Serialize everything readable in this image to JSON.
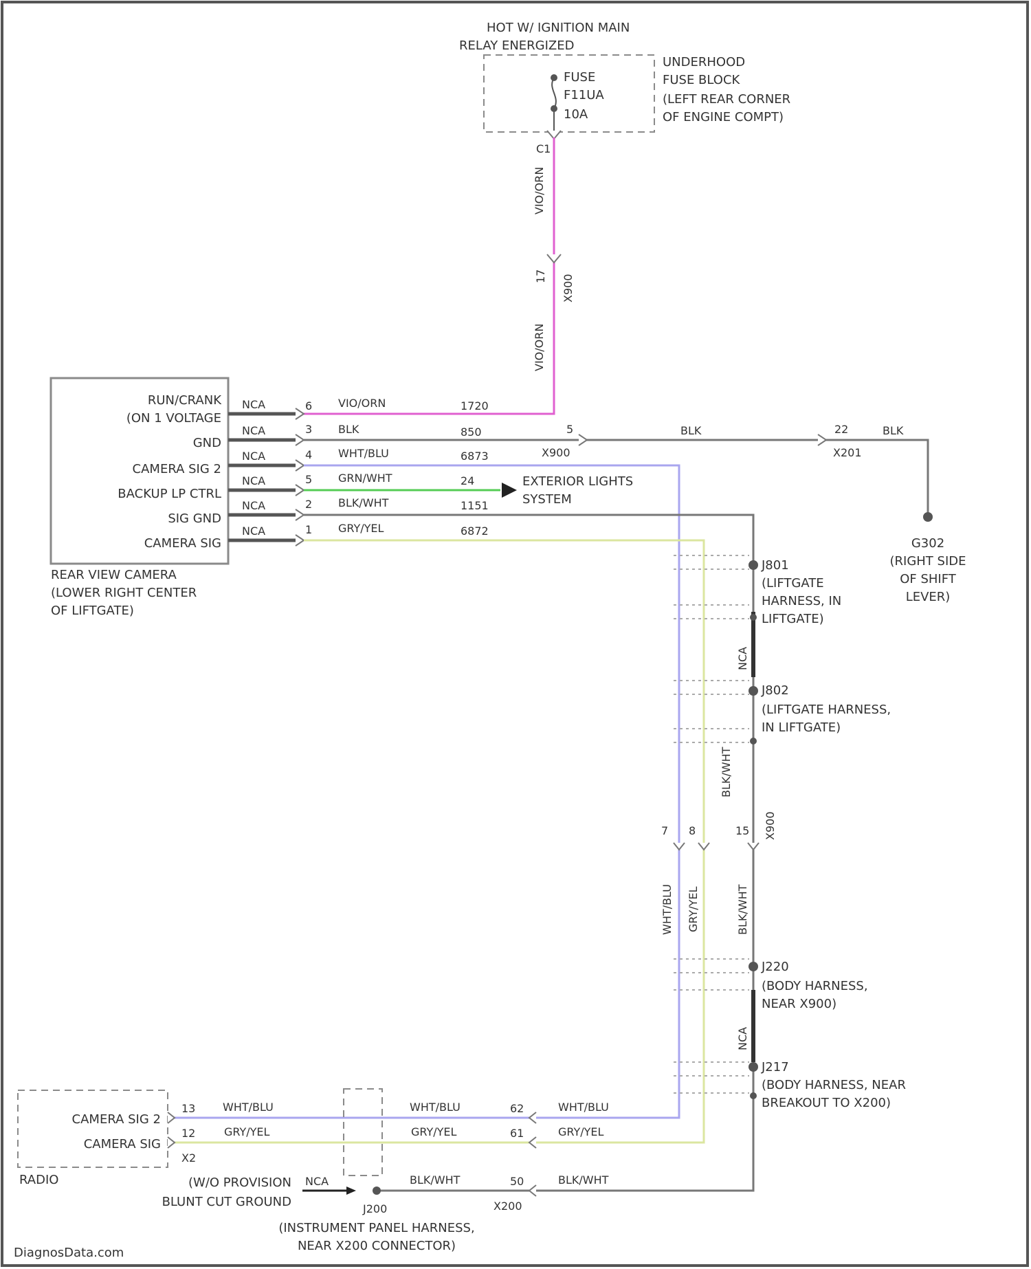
{
  "colors": {
    "vio_orn": "#e060d0",
    "blk": "#777777",
    "wht_blu": "#a9a6ef",
    "grn_wht": "#55cc55",
    "gry_yel": "#dbe6a0",
    "text": "#333333",
    "outline": "#8a8a8a"
  },
  "fuse_source": {
    "title_line1": "HOT W/ IGNITION MAIN",
    "title_line2": "RELAY ENERGIZED",
    "fuse_label": "FUSE",
    "fuse_id": "F11UA",
    "fuse_rating": "10A",
    "location_line1": "UNDERHOOD",
    "location_line2": "FUSE BLOCK",
    "location_line3": "(LEFT REAR CORNER",
    "location_line4": "OF ENGINE COMPT)",
    "pin": "C1",
    "inline_pin": "17",
    "inline_connector": "X900",
    "wire_color_upper": "VIO/ORN",
    "wire_color_lower": "VIO/ORN"
  },
  "camera": {
    "loc_line1": "REAR VIEW CAMERA",
    "loc_line2": "(LOWER RIGHT CENTER",
    "loc_line3": "OF LIFTGATE)",
    "pins": [
      {
        "label": "RUN/CRANK",
        "label2": "(ON 1 VOLTAGE",
        "nca": "NCA",
        "pin": "6",
        "wire": "VIO/ORN",
        "circuit": "1720"
      },
      {
        "label": "GND",
        "nca": "NCA",
        "pin": "3",
        "wire": "BLK",
        "circuit": "850"
      },
      {
        "label": "CAMERA SIG 2",
        "nca": "NCA",
        "pin": "4",
        "wire": "WHT/BLU",
        "circuit": "6873"
      },
      {
        "label": "BACKUP LP CTRL",
        "nca": "NCA",
        "pin": "5",
        "wire": "GRN/WHT",
        "circuit": "24"
      },
      {
        "label": "SIG GND",
        "nca": "NCA",
        "pin": "2",
        "wire": "BLK/WHT",
        "circuit": "1151"
      },
      {
        "label": "CAMERA SIG",
        "nca": "NCA",
        "pin": "1",
        "wire": "GRY/YEL",
        "circuit": "6872"
      }
    ]
  },
  "ground_path": {
    "inline_pin": "5",
    "inline_connector": "X900",
    "wire_mid": "BLK",
    "x201_pin": "22",
    "x201_name": "X201",
    "wire_end": "BLK",
    "ground_name": "G302",
    "ground_loc1": "(RIGHT SIDE",
    "ground_loc2": "OF SHIFT",
    "ground_loc3": "LEVER)"
  },
  "exterior": {
    "line1": "EXTERIOR LIGHTS",
    "line2": "SYSTEM"
  },
  "splices": [
    {
      "id": "J801",
      "loc1": "(LIFTGATE",
      "loc2": "HARNESS, IN",
      "loc3": "LIFTGATE)"
    },
    {
      "id": "J802",
      "loc1": "(LIFTGATE HARNESS,",
      "loc2": "IN LIFTGATE)"
    },
    {
      "id": "J220",
      "loc1": "(BODY HARNESS,",
      "loc2": "NEAR X900)"
    },
    {
      "id": "J217",
      "loc1": "(BODY HARNESS, NEAR",
      "loc2": "BREAKOUT TO X200)"
    }
  ],
  "vertical_labels": {
    "nca_1": "NCA",
    "blk_wht_upper": "BLK/WHT",
    "x900_right": "X900",
    "pin_7": "7",
    "pin_8": "8",
    "pin_15": "15",
    "wht_blu_v": "WHT/BLU",
    "gry_yel_v": "GRY/YEL",
    "blk_wht_v": "BLK/WHT",
    "nca_2": "NCA"
  },
  "radio": {
    "name": "RADIO",
    "pins": [
      {
        "label": "CAMERA SIG 2",
        "pin": "13",
        "wire": "WHT/BLU"
      },
      {
        "label": "CAMERA SIG",
        "pin": "12",
        "wire": "GRY/YEL"
      }
    ],
    "extra_pin": "X2",
    "provision_line1": "(W/O PROVISION",
    "provision_line2": "BLUNT CUT GROUND",
    "provision_nca": "NCA"
  },
  "x200": {
    "wht_blu_mid": "WHT/BLU",
    "gry_yel_mid": "GRY/YEL",
    "blk_wht_mid": "BLK/WHT",
    "pin_62": "62",
    "pin_61": "61",
    "pin_50": "50",
    "wht_blu_right": "WHT/BLU",
    "gry_yel_right": "GRY/YEL",
    "blk_wht_right": "BLK/WHT",
    "name": "X200",
    "splice_id": "J200",
    "splice_loc1": "(INSTRUMENT PANEL HARNESS,",
    "splice_loc2": "NEAR X200 CONNECTOR)"
  },
  "footer": {
    "watermark": "DiagnosData.com"
  }
}
